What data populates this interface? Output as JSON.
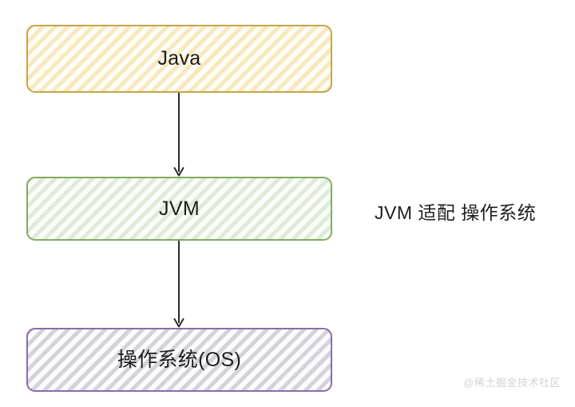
{
  "diagram": {
    "title": "Java JVM OS layer diagram",
    "background_color": "#ffffff",
    "nodes": [
      {
        "id": "java",
        "label": "Java",
        "border_color": "#c6a548",
        "hatch_color": "#f7e9bd",
        "fill_color": "#fffdf4"
      },
      {
        "id": "jvm",
        "label": "JVM",
        "border_color": "#82ac62",
        "hatch_color": "#e0ead9",
        "fill_color": "#fbfdfa"
      },
      {
        "id": "os",
        "label": "操作系统(OS)",
        "border_color": "#8a6ea6",
        "hatch_color": "#d5d2dc",
        "fill_color": "#fcfbfd"
      }
    ],
    "edges": [
      {
        "id": "java-to-jvm",
        "from": "java",
        "to": "jvm",
        "arrow": "down",
        "color": "#2b2b2b"
      },
      {
        "id": "jvm-to-os",
        "from": "jvm",
        "to": "os",
        "arrow": "down",
        "color": "#2b2b2b"
      }
    ],
    "annotation": "JVM 适配 操作系统",
    "watermark": "@稀土掘金技术社区"
  }
}
